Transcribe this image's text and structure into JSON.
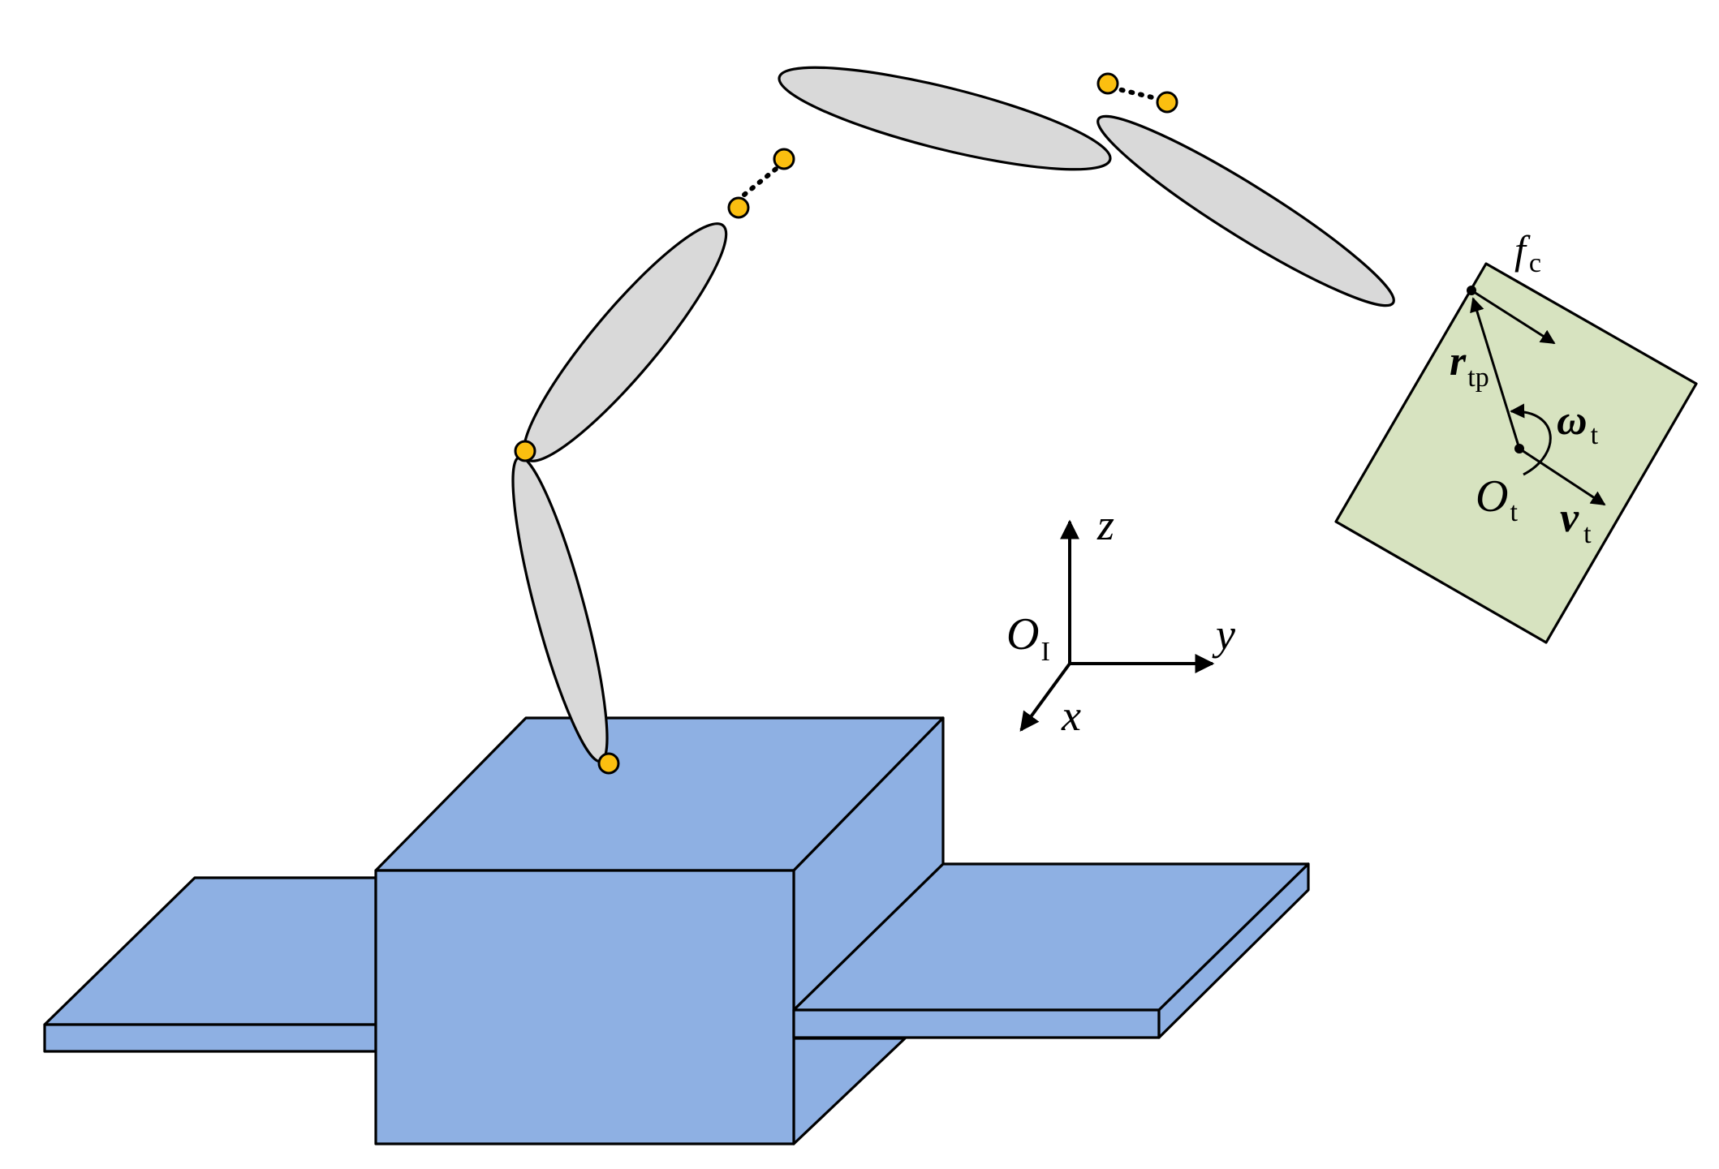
{
  "colors": {
    "spacecraft": "#8eb0e3",
    "link": "#d9d9d9",
    "joint": "#fbbf10",
    "target": "#d7e3c0",
    "stroke": "#000000"
  },
  "labels": {
    "fc_main": "f",
    "fc_sub": "c",
    "rtp_main": "r",
    "rtp_sub": "tp",
    "omega_main": "ω",
    "omega_sub": "t",
    "ot_main": "O",
    "ot_sub": "t",
    "vt_main": "v",
    "vt_sub": "t",
    "z_axis": "z",
    "y_axis": "y",
    "x_axis": "x",
    "oi_main": "O",
    "oi_sub": "I"
  }
}
